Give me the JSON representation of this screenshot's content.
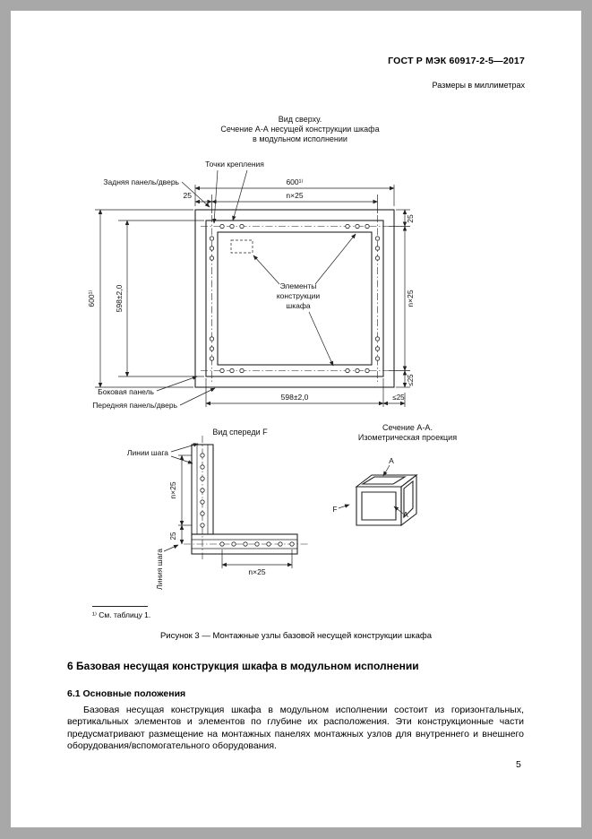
{
  "header": {
    "doc_code": "ГОСТ Р МЭК 60917-2-5—2017",
    "dims_note": "Размеры в миллиметрах"
  },
  "figure": {
    "top_view": {
      "title1": "Вид сверху.",
      "title2": "Сечение А-А несущей конструкции шкафа",
      "title3": "в модульном исполнении",
      "label_mounting_points": "Точки крепления",
      "label_back_panel": "Задняя панель/дверь",
      "label_elements1": "Элементы",
      "label_elements2": "конструкции",
      "label_elements3": "шкафа",
      "label_side_panel": "Боковая панель",
      "label_front_panel": "Передняя панель/дверь",
      "dim_width_overall": "600¹⁾",
      "dim_top_offset": "25",
      "dim_top_pitch": "n×25",
      "dim_right_offset": "25",
      "dim_right_pitch": "n×25",
      "dim_right_max": "≤25",
      "dim_height_overall": "600¹⁾",
      "dim_height_frame": "598±2,0",
      "dim_bottom_frame": "598±2,0",
      "dim_bottom_max": "≤25"
    },
    "front_view": {
      "title": "Вид спереди F",
      "label_pitch_lines": "Линии шага",
      "label_pitch_line": "Линия шага",
      "dim_v_pitch": "n×25",
      "dim_v_offset": "25",
      "dim_h_pitch": "n×25"
    },
    "iso_view": {
      "title1": "Сечение А-А.",
      "title2": "Изометрическая проекция",
      "label_a1": "А",
      "label_a2": "А",
      "label_f": "F"
    },
    "footnote": "¹⁾ См. таблицу 1.",
    "caption": "Рисунок 3 — Монтажные узлы базовой несущей конструкции шкафа"
  },
  "body": {
    "section_heading": "6 Базовая несущая конструкция шкафа в модульном исполнении",
    "subsection_heading": "6.1 Основные положения",
    "paragraph": "Базовая несущая конструкция шкафа в модульном исполнении состоит из горизонтальных, вертикальных элементов и элементов по глубине их расположения. Эти конструкционные части предусматривают размещение на монтажных панелях монтажных узлов для внутреннего и внешнего оборудования/вспомогательного оборудования.",
    "page_number": "5"
  }
}
